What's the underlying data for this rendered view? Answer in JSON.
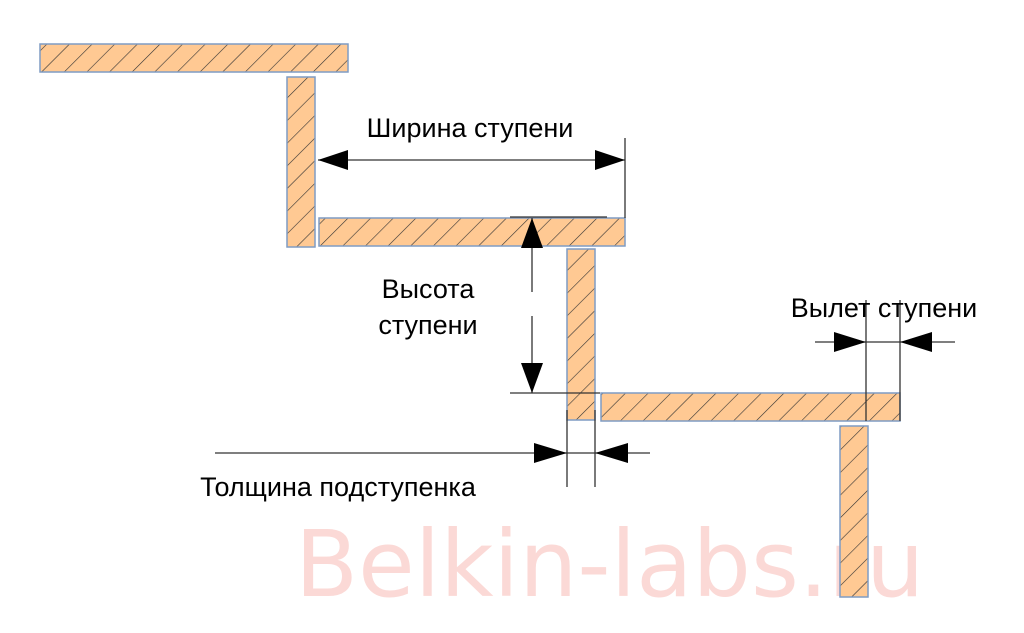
{
  "labels": {
    "tread_width": "Ширина ступени",
    "step_height_line1": "Высота",
    "step_height_line2": "ступени",
    "overhang": "Вылет ступени",
    "riser_thickness": "Толщина подступенка"
  },
  "watermark": "Belkin-labs.ru",
  "colors": {
    "wood_fill": "#ffc993",
    "outline": "#7f9cc4",
    "hatch": "#333333",
    "watermark": "#fbd9d6"
  }
}
